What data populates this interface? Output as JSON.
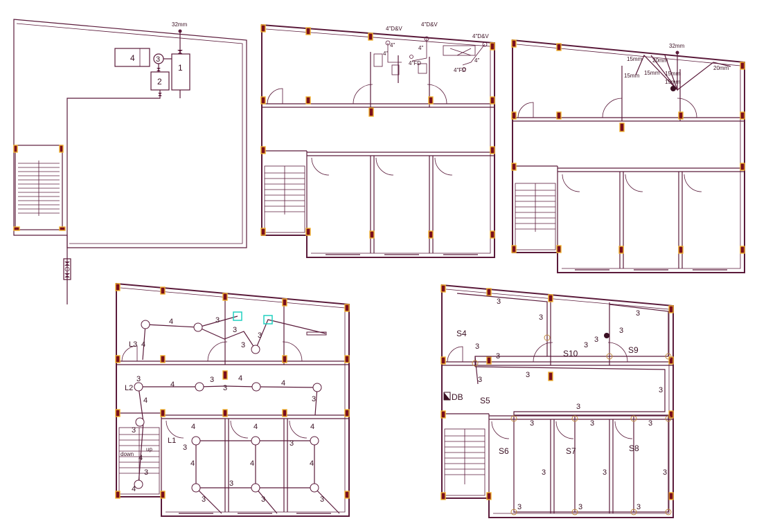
{
  "colors": {
    "wall": "#5a1a3a",
    "column_fill": "#7a0f1e",
    "column_edge": "#f0b030",
    "fixture_cyan": "#20d0c0",
    "background": "#ffffff"
  },
  "roof_plan": {
    "pipe_size": "32mm",
    "tanks": [
      "1",
      "2",
      "3",
      "4"
    ]
  },
  "plumbing_plan": {
    "labels": [
      "4\"D&V",
      "4\"D&V",
      "4\"D&V",
      "4\"",
      "4\"",
      "4\"",
      "4\"",
      "4\"FD",
      "4\"FD"
    ]
  },
  "water_supply_plan": {
    "main": "32mm",
    "branches": [
      "15mm",
      "15mm",
      "20mm",
      "15mm",
      "15mm",
      "15mm",
      "20mm"
    ]
  },
  "lighting_plan": {
    "wire_labels": [
      "4",
      "3",
      "3",
      "3",
      "3",
      "4",
      "4",
      "3",
      "3",
      "4",
      "4",
      "4",
      "3",
      "4",
      "4",
      "3",
      "4",
      "3",
      "4",
      "3",
      "4",
      "4",
      "3",
      "3",
      "3",
      "3",
      "3",
      "4",
      "3",
      "4"
    ],
    "switch_labels": [
      "L3",
      "L2",
      "L1"
    ],
    "stair_labels": [
      "down",
      "up"
    ]
  },
  "power_plan": {
    "wire_labels": [
      "3",
      "3",
      "3",
      "3",
      "3",
      "3",
      "3",
      "3",
      "3",
      "3",
      "3",
      "3",
      "3",
      "3",
      "3",
      "3",
      "3",
      "3",
      "3",
      "3",
      "3"
    ],
    "switch_labels": [
      "S4",
      "S5",
      "S6",
      "S7",
      "S8",
      "S9",
      "S10"
    ],
    "distribution_board": "DB"
  }
}
